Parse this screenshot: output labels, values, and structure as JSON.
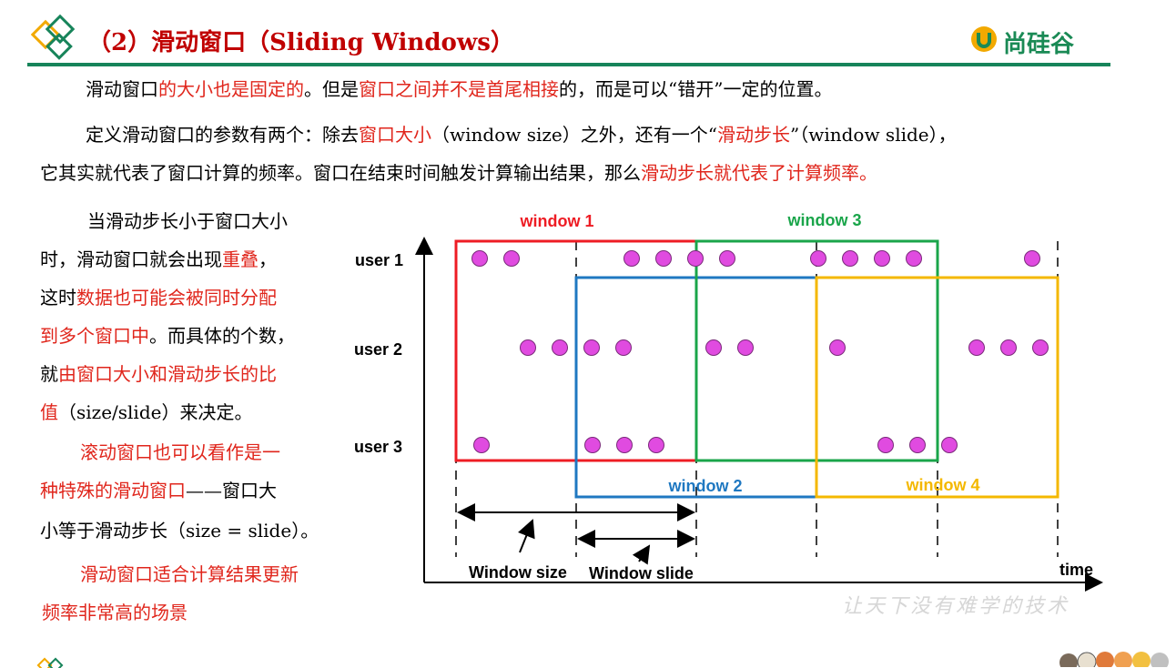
{
  "header": {
    "title": "（2）滑动窗口（Sliding Windows）",
    "logo_text": "尚硅谷",
    "colors": {
      "accent_green": "#17845a",
      "title_red": "#c00000",
      "highlight_red": "#e0261c"
    }
  },
  "paragraphs": {
    "p1": [
      {
        "t": "滑动窗口",
        "c": "normal"
      },
      {
        "t": "的大小也是固定的",
        "c": "red"
      },
      {
        "t": "。但是",
        "c": "normal"
      },
      {
        "t": "窗口之间并不是首尾相接",
        "c": "red"
      },
      {
        "t": "的，而是可以“错开”一定的位置。",
        "c": "normal"
      }
    ],
    "p2": [
      {
        "t": "定义滑动窗口的参数有两个：除去",
        "c": "normal"
      },
      {
        "t": "窗口大小",
        "c": "red"
      },
      {
        "t": "（window size）之外，还有一个“",
        "c": "normal"
      },
      {
        "t": "滑动步长",
        "c": "red"
      },
      {
        "t": "”（window slide），",
        "c": "normal"
      }
    ],
    "p3": [
      {
        "t": "它其实就代表了窗口计算的频率。窗口在结束时间触发计算输出结果，那么",
        "c": "normal"
      },
      {
        "t": "滑动步长就代表了计算频率。",
        "c": "red"
      }
    ]
  },
  "side": {
    "l1": [
      {
        "t": "当滑动步长小于窗口大小",
        "c": "normal"
      }
    ],
    "l2": [
      {
        "t": "时，滑动窗口就会出现",
        "c": "normal"
      },
      {
        "t": "重叠",
        "c": "red"
      },
      {
        "t": "，",
        "c": "normal"
      }
    ],
    "l3": [
      {
        "t": "这时",
        "c": "normal"
      },
      {
        "t": "数据也可能会被同时分配",
        "c": "red"
      }
    ],
    "l4": [
      {
        "t": "到多个窗口中",
        "c": "red"
      },
      {
        "t": "。而具体的个数，",
        "c": "normal"
      }
    ],
    "l5": [
      {
        "t": "就",
        "c": "normal"
      },
      {
        "t": "由窗口大小和滑动步长的比",
        "c": "red"
      }
    ],
    "l6": [
      {
        "t": "值",
        "c": "red"
      },
      {
        "t": "（size/slide）来决定。",
        "c": "normal"
      }
    ],
    "l7": [
      {
        "t": "滚动窗口也可以看作是一",
        "c": "red"
      }
    ],
    "l8": [
      {
        "t": "种特殊的滑动窗口",
        "c": "red"
      },
      {
        "t": "——窗口大",
        "c": "normal"
      }
    ],
    "l9": [
      {
        "t": "小等于滑动步长（size = slide）。",
        "c": "normal"
      }
    ],
    "l10": [
      {
        "t": "滑动窗口适合计算结果更新",
        "c": "red"
      }
    ],
    "l11": [
      {
        "t": "频率非常高的场景",
        "c": "red"
      }
    ]
  },
  "diagram": {
    "users": [
      "user 1",
      "user 2",
      "user 3"
    ],
    "time_label": "time",
    "window_size_label": "Window size",
    "window_slide_label": "Window slide",
    "windows": [
      {
        "label": "window 1",
        "color": "#ee1c24"
      },
      {
        "label": "window 2",
        "color": "#1f78c1"
      },
      {
        "label": "window 3",
        "color": "#1aa54a"
      },
      {
        "label": "window 4",
        "color": "#f4b800"
      }
    ],
    "dot_color": "#e04be0"
  },
  "watermark": "让天下没有难学的技术"
}
